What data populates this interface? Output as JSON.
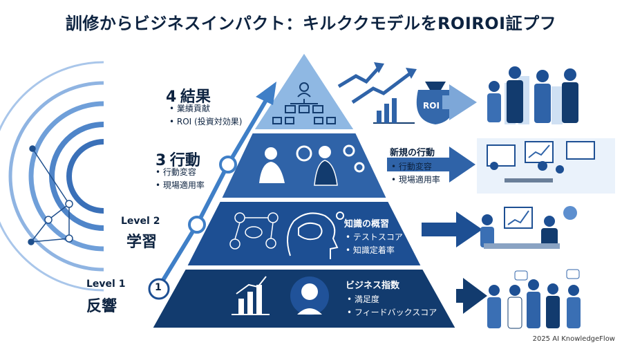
{
  "title": "訓修からビジネスインパクト：キルククモデルをROIROI証プフ",
  "levels": {
    "l4": {
      "num": "4",
      "name": "結果",
      "items": [
        "• 業績貢献",
        "• ROI (投資対効果)"
      ]
    },
    "l3": {
      "num": "3",
      "name": "行動",
      "items": [
        "• 行動変容",
        "• 現場適用率"
      ]
    },
    "l2": {
      "num": "Level 2",
      "name": "学習"
    },
    "l1": {
      "num": "Level 1",
      "name": "反響",
      "badge": "1"
    }
  },
  "pyramid": {
    "roi_label": "ROI",
    "behavior": {
      "heading": "新規の行動",
      "items": [
        "• 行動変容",
        "• 現場適用率"
      ]
    },
    "learning": {
      "heading": "知識の概習",
      "items": [
        "• テストスコア",
        "• 知識定着率"
      ]
    },
    "reaction": {
      "heading": "ビジネス指数",
      "items": [
        "• 満足度",
        "• フィードバックスコア"
      ]
    }
  },
  "footer": "2025 AI KnowledgeFlow",
  "colors": {
    "navy": "#123b6e",
    "mid": "#2f63a8",
    "light": "#6fa0d6",
    "pale": "#c9def3"
  }
}
